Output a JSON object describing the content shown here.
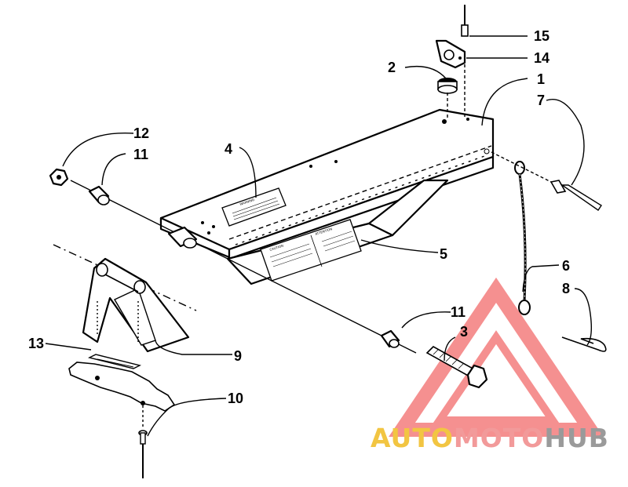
{
  "callouts": [
    {
      "id": "c1",
      "label": "1"
    },
    {
      "id": "c2",
      "label": "2"
    },
    {
      "id": "c3",
      "label": "3"
    },
    {
      "id": "c4",
      "label": "4"
    },
    {
      "id": "c5",
      "label": "5"
    },
    {
      "id": "c6",
      "label": "6"
    },
    {
      "id": "c7",
      "label": "7"
    },
    {
      "id": "c8",
      "label": "8"
    },
    {
      "id": "c9",
      "label": "9"
    },
    {
      "id": "c10",
      "label": "10"
    },
    {
      "id": "c11a",
      "label": "11"
    },
    {
      "id": "c11b",
      "label": "11"
    },
    {
      "id": "c12",
      "label": "12"
    },
    {
      "id": "c13",
      "label": "13"
    },
    {
      "id": "c14",
      "label": "14"
    },
    {
      "id": "c15",
      "label": "15"
    }
  ],
  "decals": {
    "warning_heading": "WARNING",
    "caution_heading": "CAUTION",
    "attention_heading": "ATTENTION"
  },
  "watermark": {
    "part1": "AUTO",
    "part2": "MOTO",
    "part3": "HUB",
    "color_auto": "#f2c542",
    "color_moto": "#f29a9a",
    "color_hub": "#9a9a9a",
    "color_triangle": "#f26b6b"
  }
}
